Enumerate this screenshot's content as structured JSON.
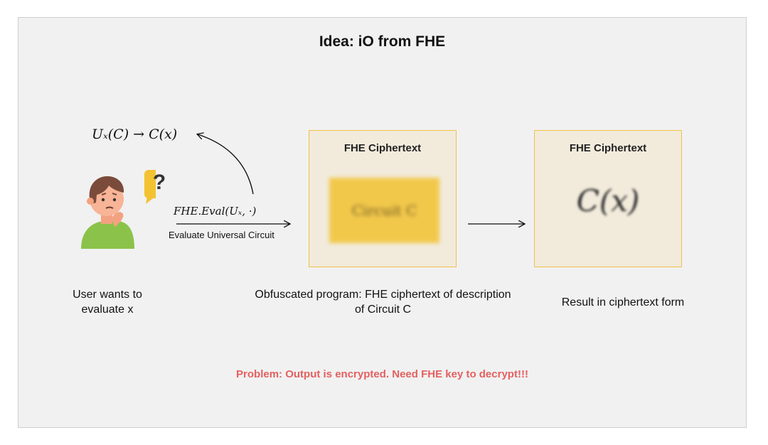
{
  "title": "Idea: iO from FHE",
  "formula_top": "Uₓ(C) → C(x)",
  "formula_eval": "FHE.Eval(Uₓ, ·)",
  "caption_eval": "Evaluate Universal Circuit",
  "box1": {
    "title": "FHE Ciphertext",
    "content": "Circuit C"
  },
  "box2": {
    "title": "FHE Ciphertext",
    "content": "C(x)"
  },
  "caption_user": "User wants to evaluate x",
  "caption_obf": "Obfuscated program: FHE ciphertext of description of Circuit C",
  "caption_result": "Result in ciphertext form",
  "problem": "Problem: Output is encrypted. Need FHE key to decrypt!!!",
  "question_mark": "?",
  "colors": {
    "box_fill": "#f2ebdc",
    "box_border": "#f0c14a",
    "circuit_fill": "#f2c84b",
    "problem_text": "#e56060"
  },
  "icons": [
    "confused-person-icon",
    "question-bubble-icon"
  ]
}
